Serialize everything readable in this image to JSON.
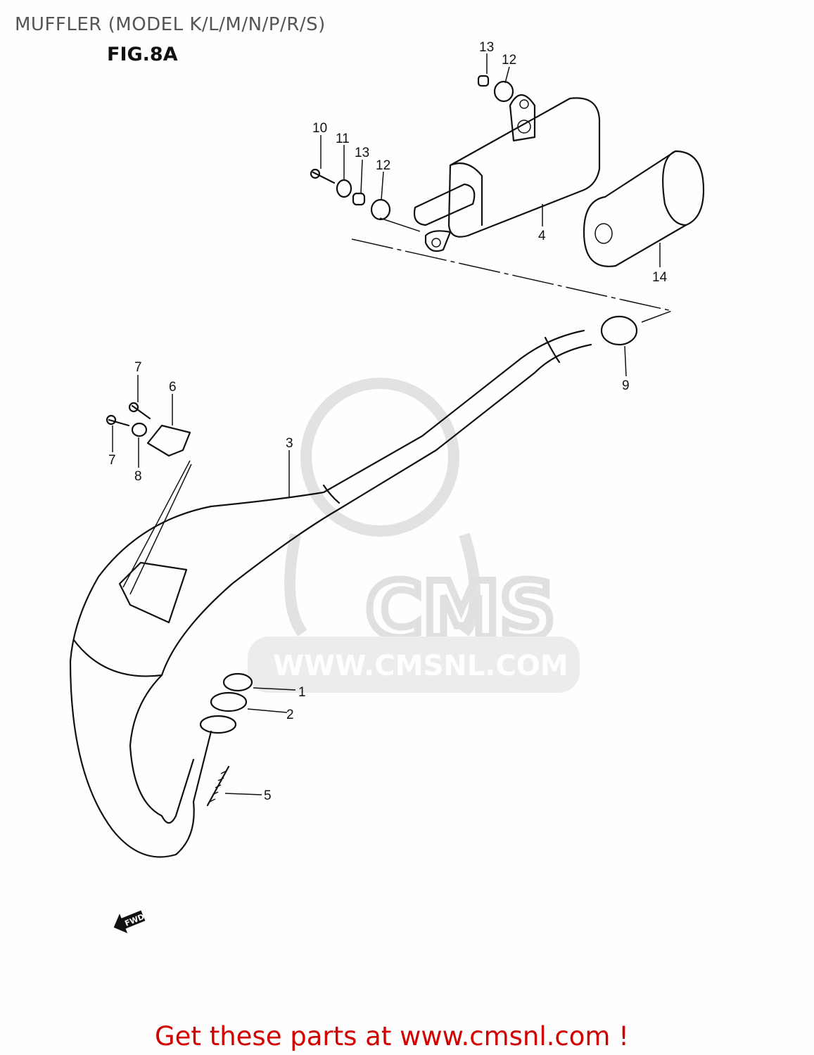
{
  "header": {
    "title": "MUFFLER (MODEL K/L/M/N/P/R/S)",
    "figure": "FIG.8A"
  },
  "callouts": [
    {
      "id": "13"
    },
    {
      "id": "12"
    },
    {
      "id": "10"
    },
    {
      "id": "11"
    },
    {
      "id": "13"
    },
    {
      "id": "12"
    },
    {
      "id": "4"
    },
    {
      "id": "14"
    },
    {
      "id": "9"
    },
    {
      "id": "7"
    },
    {
      "id": "6"
    },
    {
      "id": "7"
    },
    {
      "id": "8"
    },
    {
      "id": "3"
    },
    {
      "id": "1"
    },
    {
      "id": "2"
    },
    {
      "id": "5"
    }
  ],
  "fwd_arrow": "FWD",
  "watermark": {
    "logo": "CMS",
    "url": "WWW.CMSNL.COM"
  },
  "footer": {
    "text": "Get these parts at www.cmsnl.com !",
    "color": "#d10000"
  }
}
